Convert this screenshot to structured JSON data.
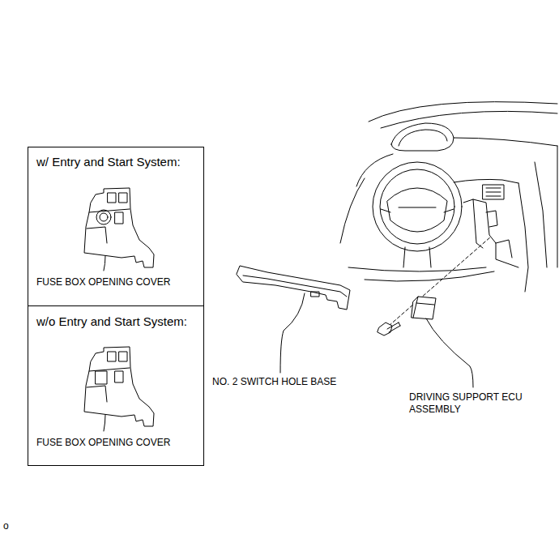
{
  "diagram": {
    "nodes": [
      {
        "text": [
          "w/ Entry and Start System:",
          "FUSE BOX OPENING COVER"
        ]
      },
      {
        "text": [
          "w/o Entry and Start System:",
          "FUSE BOX OPENING COVER"
        ]
      }
    ],
    "edges": [],
    "labels": [
      "NO. 2 SWITCH HOLE BASE",
      "DRIVING SUPPORT ECU ASSEMBLY",
      "o"
    ]
  }
}
